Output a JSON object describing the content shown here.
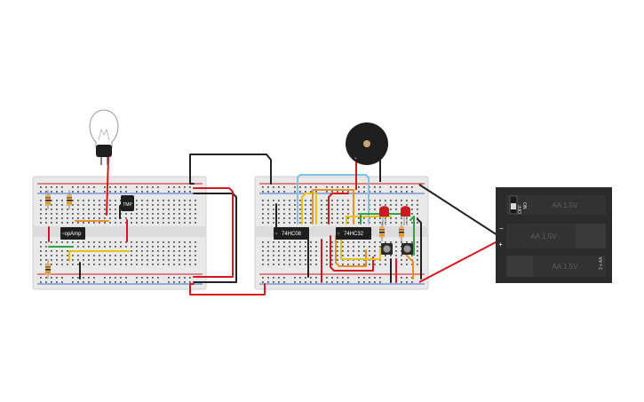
{
  "chips": {
    "opamp": "opAmp",
    "chip_a": "74HC08",
    "chip_b": "74HC32",
    "sensor": "TMP"
  },
  "battery": {
    "switch_on": "ON",
    "switch_off": "OFF",
    "cell_1": "AA 1.5V",
    "cell_2": "AA 1.5V",
    "cell_3": "AA 1.5V",
    "side_label": "3 x AA",
    "minus": "−",
    "plus": "+"
  },
  "colors": {
    "wire_red": "#d3181f",
    "wire_black": "#222222",
    "wire_yellow": "#e3c21c",
    "wire_orange": "#e8902a",
    "wire_green": "#2fa34a",
    "wire_blue": "#7ec4e6",
    "breadboard": "#e9e9e9",
    "battery_case": "#2b2b2b",
    "led": "#c81d20"
  }
}
